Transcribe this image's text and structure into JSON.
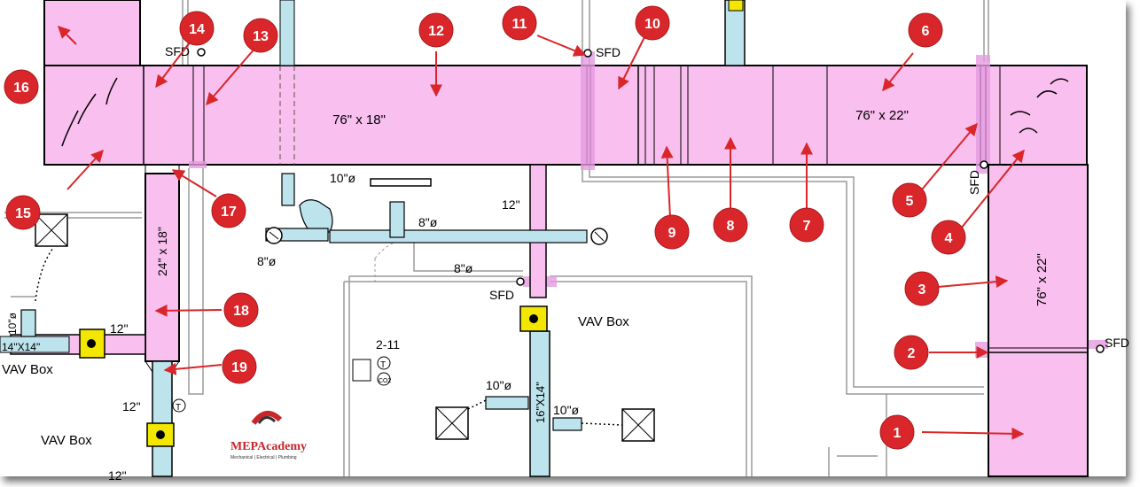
{
  "colors": {
    "supply_duct": "#f9bfef",
    "return_duct": "#bde3ec",
    "marker": "#d9262a",
    "vav_yellow": "#f3e600"
  },
  "duct_labels": {
    "main_left": "76\" x 18\"",
    "main_right": "76\" x 22\"",
    "riser_right": "76\" x 22\"",
    "branch_left": "24\" x 18\"",
    "return_vertical": "16\"X14\"",
    "left_branch": "14\"X14\""
  },
  "dimension_labels": {
    "d10_top": "10\"ø",
    "d8_a": "8\"ø",
    "d8_b": "8\"ø",
    "d8_c": "8\"ø",
    "d12_mid": "12\"",
    "d12_left": "12\"",
    "d12_lower": "12\"",
    "d12_bottom": "12\"",
    "d10_left": "10\"ø",
    "d10_low1": "10\"ø",
    "d10_low2": "10\"ø"
  },
  "sfd_labels": {
    "top_left": "SFD",
    "top_mid": "SFD",
    "right_vertical": "SFD",
    "center": "SFD",
    "right_lower": "SFD"
  },
  "vav_labels": {
    "center": "VAV Box",
    "left": "VAV Box",
    "lower_left": "VAV Box"
  },
  "room_tag": "2-11",
  "thermostat_label": "T",
  "co2_label": "CO2",
  "logo": {
    "name": "MEPAcademy",
    "tagline": "Mechanical | Electrical | Plumbing"
  },
  "markers": [
    "1",
    "2",
    "3",
    "4",
    "5",
    "6",
    "7",
    "8",
    "9",
    "10",
    "11",
    "12",
    "13",
    "14",
    "15",
    "16",
    "17",
    "18",
    "19"
  ]
}
